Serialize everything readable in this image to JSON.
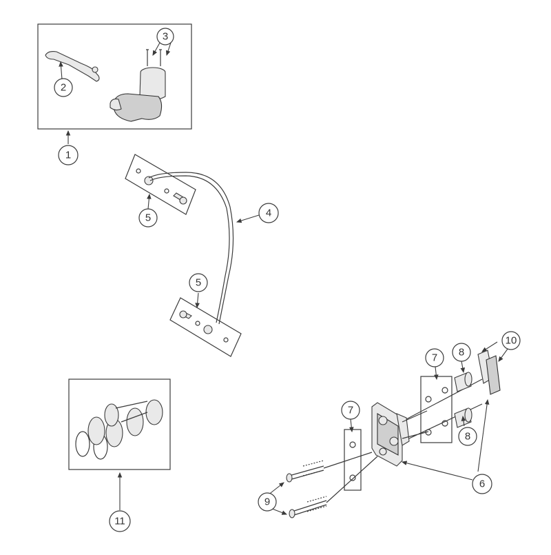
{
  "callouts": {
    "c1": "1",
    "c2": "2",
    "c3": "3",
    "c4": "4",
    "c5a": "5",
    "c5b": "5",
    "c6": "6",
    "c7a": "7",
    "c7b": "7",
    "c8a": "8",
    "c8b": "8",
    "c9": "9",
    "c10": "10",
    "c11": "11"
  },
  "colors": {
    "line": "#3a3a3a",
    "fill": "#e9e9e9",
    "background": "#ffffff"
  }
}
